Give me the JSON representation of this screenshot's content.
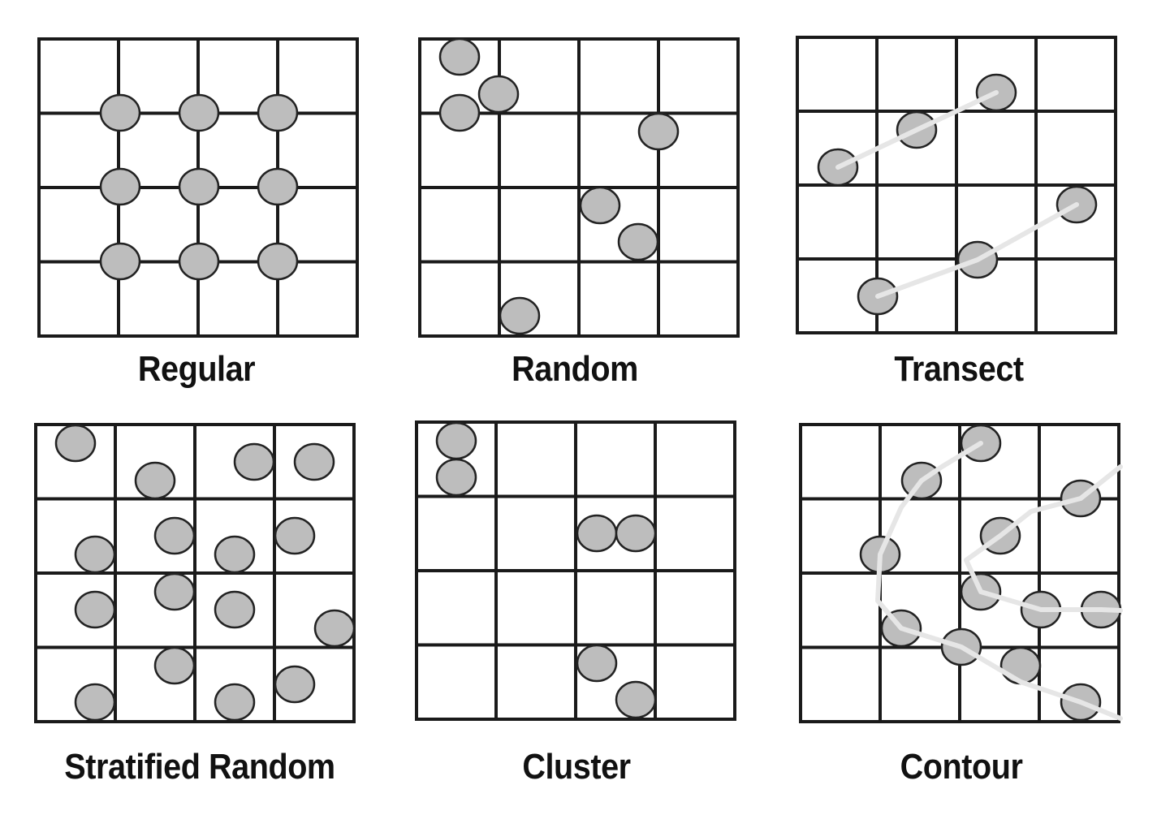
{
  "colors": {
    "grid": "#1a1a1a",
    "dot_fill": "#bdbdbd",
    "dot_stroke": "#222222",
    "line": "#e6e6e6",
    "background": "#ffffff"
  },
  "panels": [
    {
      "id": "regular",
      "label": "Regular"
    },
    {
      "id": "random",
      "label": "Random"
    },
    {
      "id": "transect",
      "label": "Transect"
    },
    {
      "id": "stratified-random",
      "label": "Stratified Random"
    },
    {
      "id": "cluster",
      "label": "Cluster"
    },
    {
      "id": "contour",
      "label": "Contour"
    }
  ]
}
